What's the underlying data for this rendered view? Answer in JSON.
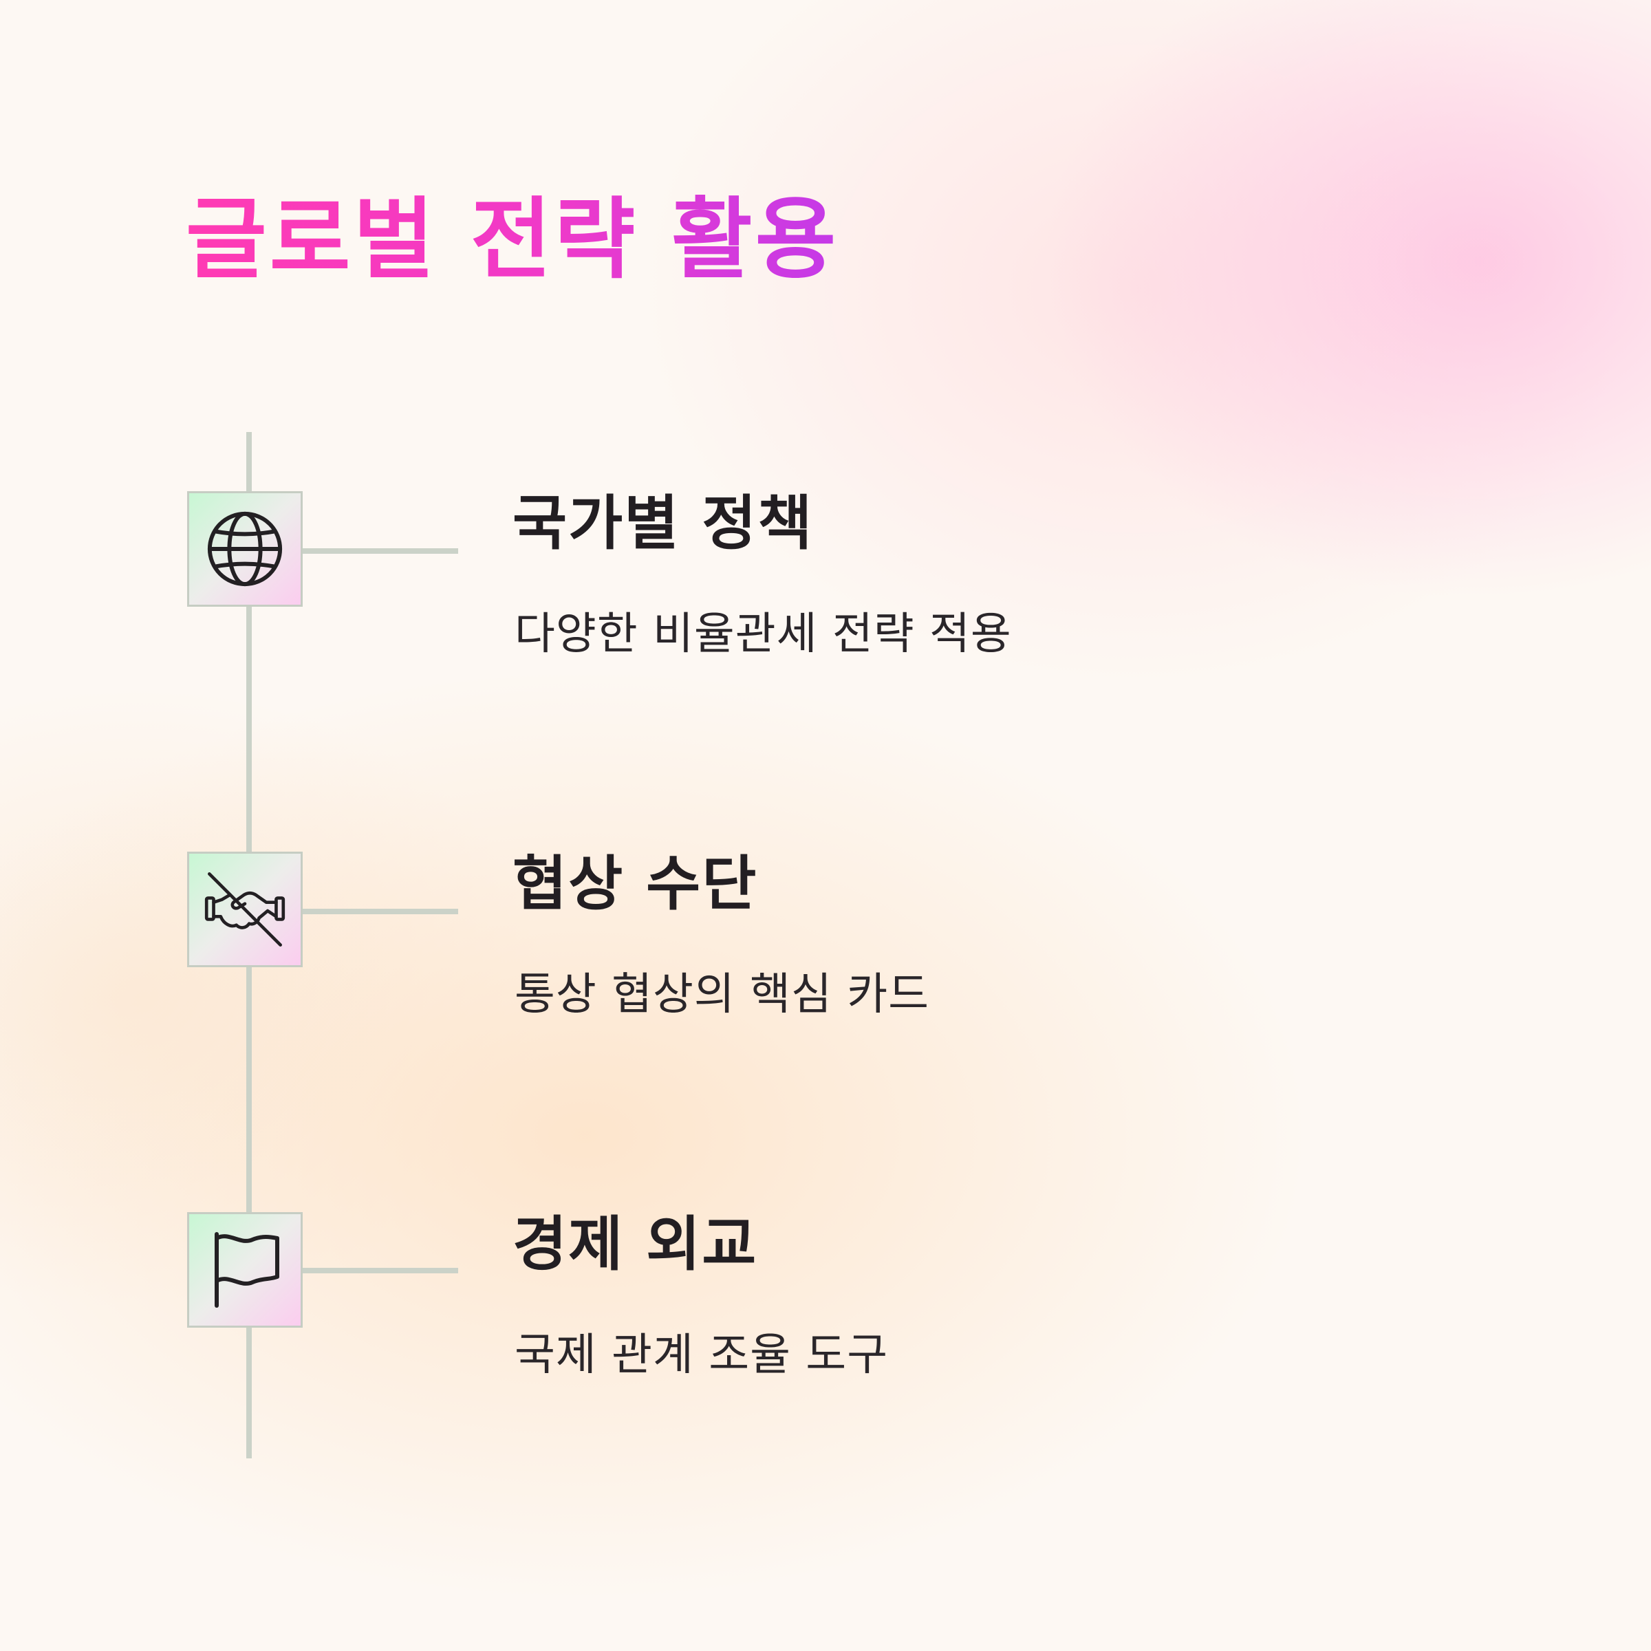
{
  "title": "글로벌 전략 활용",
  "colors": {
    "title_gradient_start": "#ff3bb3",
    "title_gradient_end": "#c43ae8",
    "text": "#221e22",
    "timeline": "#cbd2c8"
  },
  "items": [
    {
      "icon": "globe-icon",
      "title": "국가별 정책",
      "description": "다양한 비율관세 전략 적용"
    },
    {
      "icon": "handshake-slash-icon",
      "title": "협상 수단",
      "description": "통상 협상의 핵심 카드"
    },
    {
      "icon": "flag-icon",
      "title": "경제 외교",
      "description": "국제 관계 조율 도구"
    }
  ]
}
